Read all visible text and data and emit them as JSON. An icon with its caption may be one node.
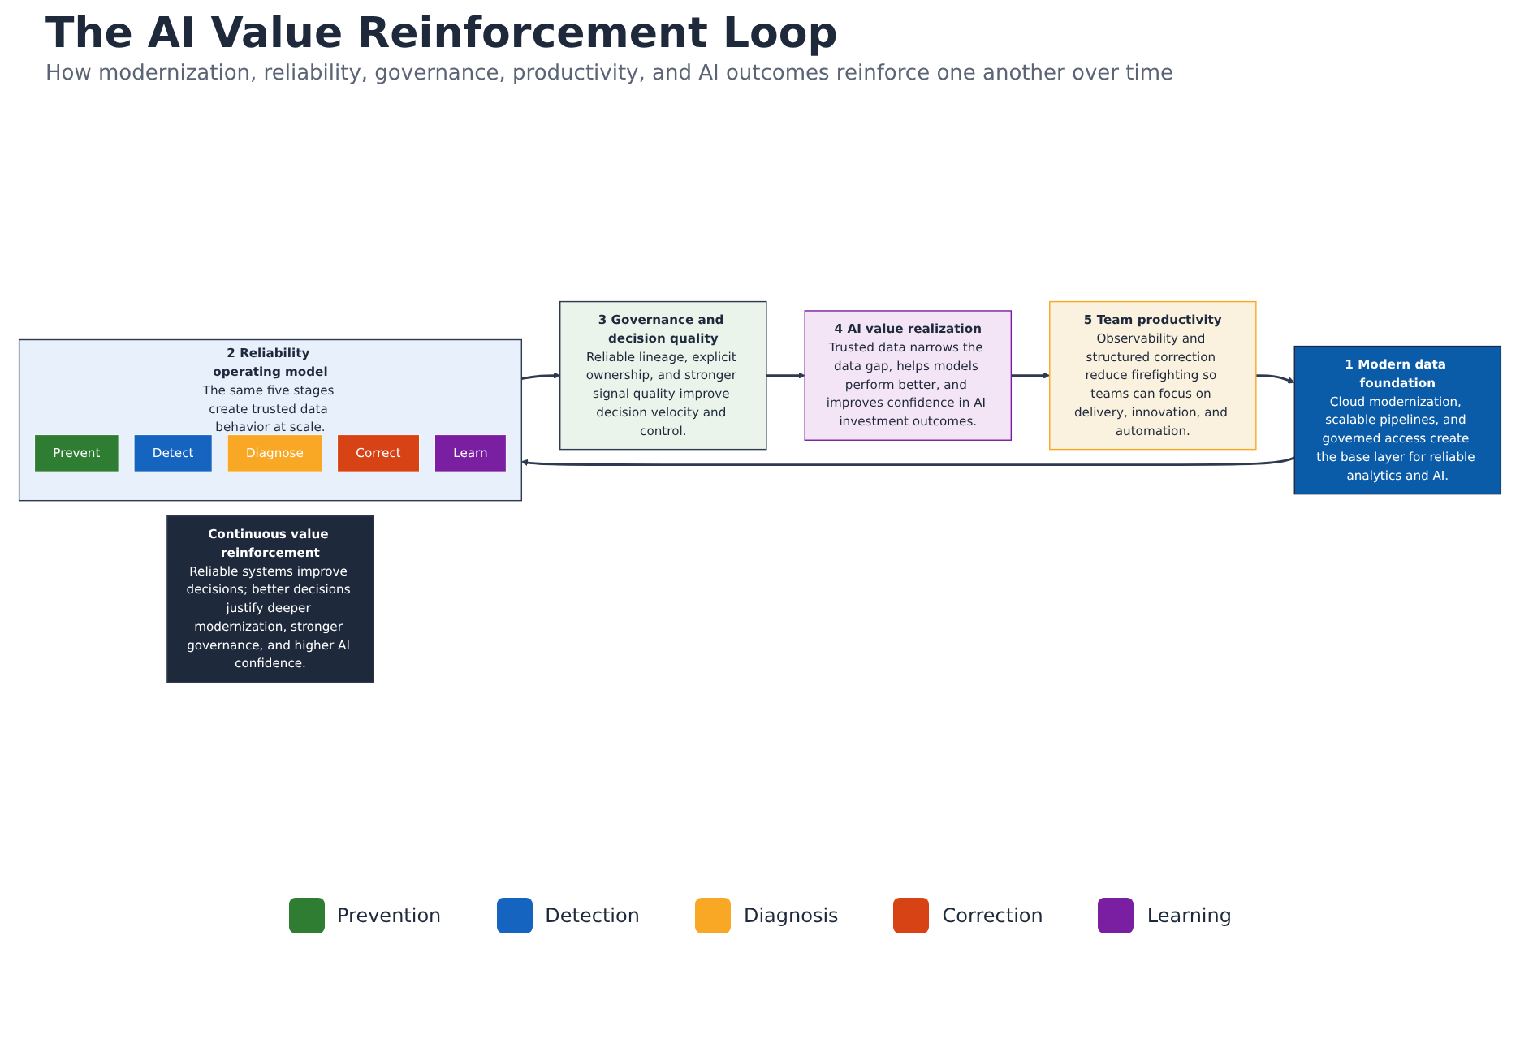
{
  "diagram": {
    "title": "The AI Value Reinforcement Loop",
    "caption": "How modernization, reliability, governance, productivity, and AI outcomes reinforce one another over time",
    "nodes": [
      {
        "text": [
          "1 Modern data foundation",
          "Cloud modernization, scalable pipelines, and governed access create the base layer for reliable analytics and AI."
        ]
      },
      {
        "text": [
          "2 Reliability operating model",
          "The same five stages create trusted data behavior at scale."
        ]
      },
      {
        "text": [
          "Prevent"
        ],
        "in": 1
      },
      {
        "text": [
          "Detect"
        ],
        "in": 1
      },
      {
        "text": [
          "Diagnose"
        ],
        "in": 1
      },
      {
        "text": [
          "Correct"
        ],
        "in": 1
      },
      {
        "text": [
          "Learn"
        ],
        "in": 1
      },
      {
        "text": [
          "3 Governance and decision quality",
          "Reliable lineage, explicit ownership, and stronger signal quality improve decision velocity and control."
        ]
      },
      {
        "text": [
          "Continuous value reinforcement",
          "Reliable systems improve decisions; better decisions justify deeper modernization, stronger governance, and higher AI confidence."
        ]
      },
      {
        "text": [
          "4 AI value realization",
          "Trusted data narrows the data gap, helps models perform better, and improves confidence in AI investment outcomes."
        ]
      },
      {
        "text": [
          "5 Team productivity",
          "Observability and structured correction reduce firefighting so teams can focus on delivery, innovation, and automation."
        ]
      }
    ],
    "edges": [
      {
        "from": 0,
        "to": 1,
        "arrow": "to"
      },
      {
        "from": 1,
        "to": 7,
        "arrow": "to"
      },
      {
        "from": 7,
        "to": 9,
        "arrow": "to"
      },
      {
        "from": 9,
        "to": 10,
        "arrow": "to"
      },
      {
        "from": 10,
        "to": 0,
        "arrow": "to"
      }
    ],
    "legend": [
      {
        "text": "Prevention",
        "color": "#2e7d32"
      },
      {
        "text": "Detection",
        "color": "#1565c0"
      },
      {
        "text": "Diagnosis",
        "color": "#f9a825"
      },
      {
        "text": "Correction",
        "color": "#d84315"
      },
      {
        "text": "Learning",
        "color": "#7b1fa2"
      }
    ]
  }
}
